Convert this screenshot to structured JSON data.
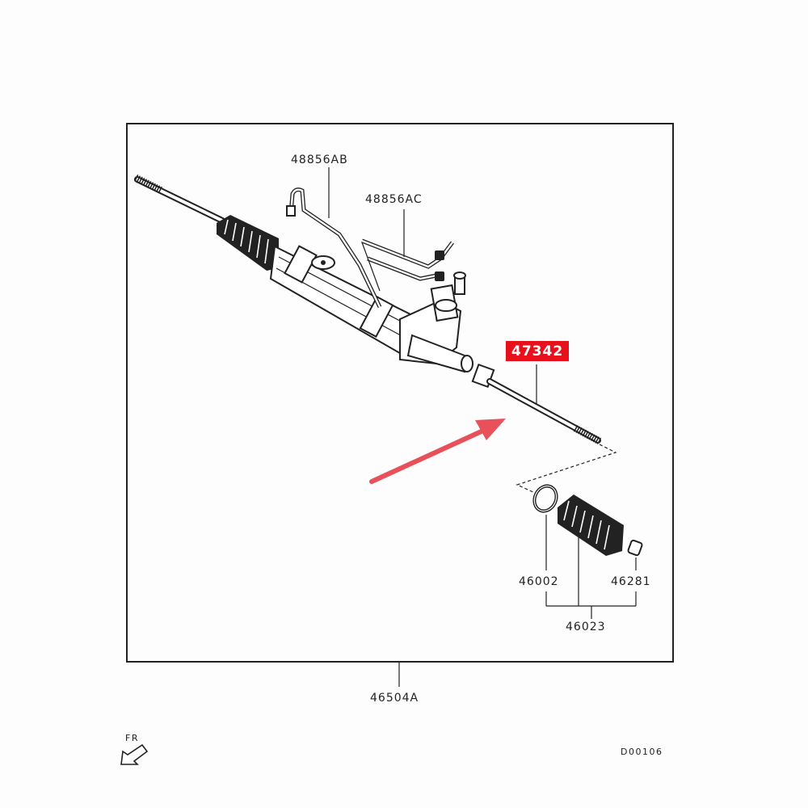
{
  "labels": {
    "pipe_ab": "48856AB",
    "pipe_ac": "48856AC",
    "tie_rod": "47342",
    "band": "46002",
    "clip": "46281",
    "boot_kit": "46023",
    "gear_assy": "46504A",
    "direction": "FR",
    "diagram_id": "D00106"
  },
  "colors": {
    "highlight": "#e8101b",
    "arrow": "#e8505a",
    "line": "#222222"
  },
  "icons": {
    "front_direction": "arrow-down-left-icon"
  }
}
